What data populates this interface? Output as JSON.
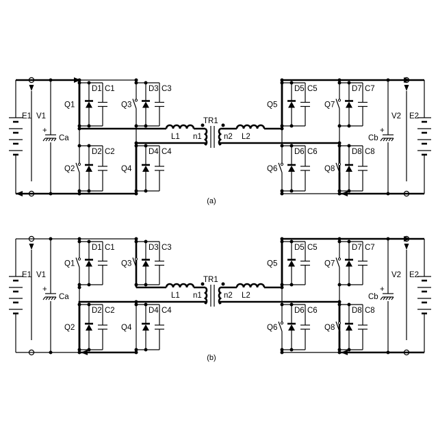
{
  "panels": [
    {
      "caption": "(a)"
    },
    {
      "caption": "(b)"
    }
  ],
  "labels": {
    "E1": "E1",
    "E2": "E2",
    "V1": "V1",
    "V2": "V2",
    "Ca": "Ca",
    "Cb": "Cb",
    "TR1": "TR1",
    "L1": "L1",
    "L2": "L2",
    "n1": "n1",
    "n2": "n2",
    "Q1": "Q1",
    "Q2": "Q2",
    "Q3": "Q3",
    "Q4": "Q4",
    "Q5": "Q5",
    "Q6": "Q6",
    "Q7": "Q7",
    "Q8": "Q8",
    "D1": "D1",
    "D2": "D2",
    "D3": "D3",
    "D4": "D4",
    "D5": "D5",
    "D6": "D6",
    "D7": "D7",
    "D8": "D8",
    "C1": "C1",
    "C2": "C2",
    "C3": "C3",
    "C4": "C4",
    "C5": "C5",
    "C6": "C6",
    "C7": "C7",
    "C8": "C8"
  },
  "panel_switches_shown": {
    "a": [
      "Q3",
      "Q2",
      "Q6",
      "Q7",
      "Q8"
    ],
    "b": [
      "Q1",
      "Q3",
      "Q6",
      "Q7",
      "Q8"
    ]
  }
}
